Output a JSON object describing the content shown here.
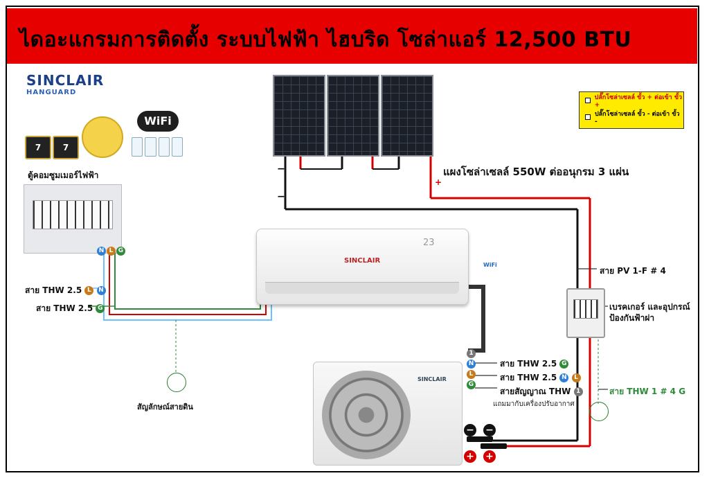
{
  "title": "ไดอะแกรมการติดตั้ง ระบบไฟฟ้า ไฮบริด โซล่าแอร์ 12,500 BTU",
  "brand": {
    "logo": "SINCLAIR",
    "sub": "HANGUARD"
  },
  "warranty": [
    "7",
    "7"
  ],
  "wifi_label": "WiFi",
  "wifi_small": "WiFi",
  "consumer_unit_label": "ตู้คอมซูมเมอร์ไฟฟ้า",
  "legend": {
    "row1": "ปลั๊กโซล่าเซลล์ ขั้ว + ต่อเข้า ขั้ว +",
    "row2": "ปลั๊กโซล่าเซลล์ ขั้ว - ต่อเข้า ขั้ว -"
  },
  "solar_label": "แผงโซล่าเซลล์ 550W ต่ออนุกรม 3 แผ่น",
  "pv_wire_label": "สาย PV 1-F # 4",
  "breaker_label_1": "เบรคเกอร์ และอุปกรณ์",
  "breaker_label_2": "ป้องกันฟ้าผ่า",
  "thw_ground_label": "สาย THW 1 # 4 G",
  "indoor_wire_1": "สาย THW 2.5",
  "indoor_wire_2": "สาย THW 2.5",
  "ground_symbol_label": "สัญลักษณ์สายดิน",
  "outdoor_wire_1": "สาย THW 2.5",
  "outdoor_wire_2": "สาย THW 2.5",
  "outdoor_signal": "สายสัญญาณ THW",
  "outdoor_note": "แถมมากับเครื่องปรับอากาศ",
  "ac_temp": "23",
  "ac_brand": "SINCLAIR",
  "out_brand": "SINCLAIR",
  "badges": {
    "L": "L",
    "N": "N",
    "G": "G",
    "one": "1"
  },
  "polarity": {
    "minus": "−",
    "plus": "+"
  },
  "colors": {
    "title_bg": "#e60000",
    "legend_bg": "#ffeb00",
    "wire_red": "#d40000",
    "wire_black": "#111111",
    "wire_blue": "#6cc0ff",
    "wire_green": "#2f8a3a"
  }
}
